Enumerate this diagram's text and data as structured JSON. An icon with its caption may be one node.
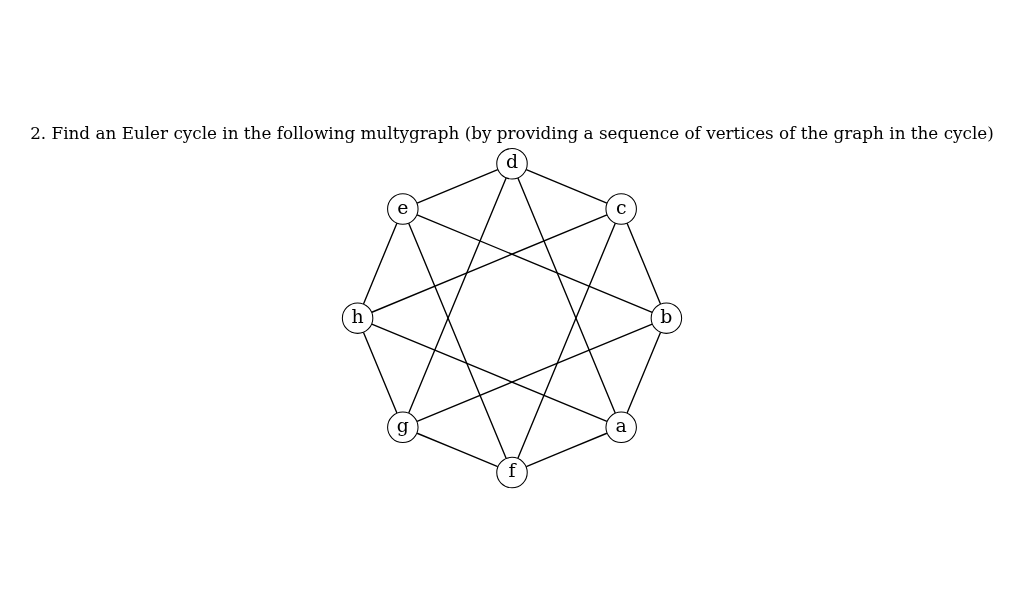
{
  "diagram": {
    "title": "2. Find an Euler cycle in the following multygraph (by providing a sequence of vertices of the graph in the cycle)",
    "nodes": [
      {
        "text": [
          "a"
        ]
      },
      {
        "text": [
          "b"
        ]
      },
      {
        "text": [
          "c"
        ]
      },
      {
        "text": [
          "d"
        ]
      },
      {
        "text": [
          "e"
        ]
      },
      {
        "text": [
          "f"
        ]
      },
      {
        "text": [
          "g"
        ]
      },
      {
        "text": [
          "h"
        ]
      }
    ],
    "edges": [
      {
        "from": 0,
        "to": 1,
        "arrow": "none"
      },
      {
        "from": 1,
        "to": 2,
        "arrow": "none"
      },
      {
        "from": 2,
        "to": 3,
        "arrow": "none"
      },
      {
        "from": 3,
        "to": 4,
        "arrow": "none"
      },
      {
        "from": 4,
        "to": 5,
        "arrow": "none"
      },
      {
        "from": 5,
        "to": 6,
        "arrow": "none"
      },
      {
        "from": 6,
        "to": 7,
        "arrow": "none"
      },
      {
        "from": 7,
        "to": 0,
        "arrow": "none"
      },
      {
        "from": 0,
        "to": 3,
        "arrow": "none"
      },
      {
        "from": 0,
        "to": 5,
        "arrow": "none"
      },
      {
        "from": 1,
        "to": 6,
        "arrow": "none"
      },
      {
        "from": 1,
        "to": 4,
        "arrow": "none"
      },
      {
        "from": 2,
        "to": 7,
        "arrow": "none"
      },
      {
        "from": 2,
        "to": 5,
        "arrow": "none"
      },
      {
        "from": 7,
        "to": 4,
        "arrow": "none"
      },
      {
        "from": 3,
        "to": 6,
        "arrow": "none"
      }
    ]
  }
}
